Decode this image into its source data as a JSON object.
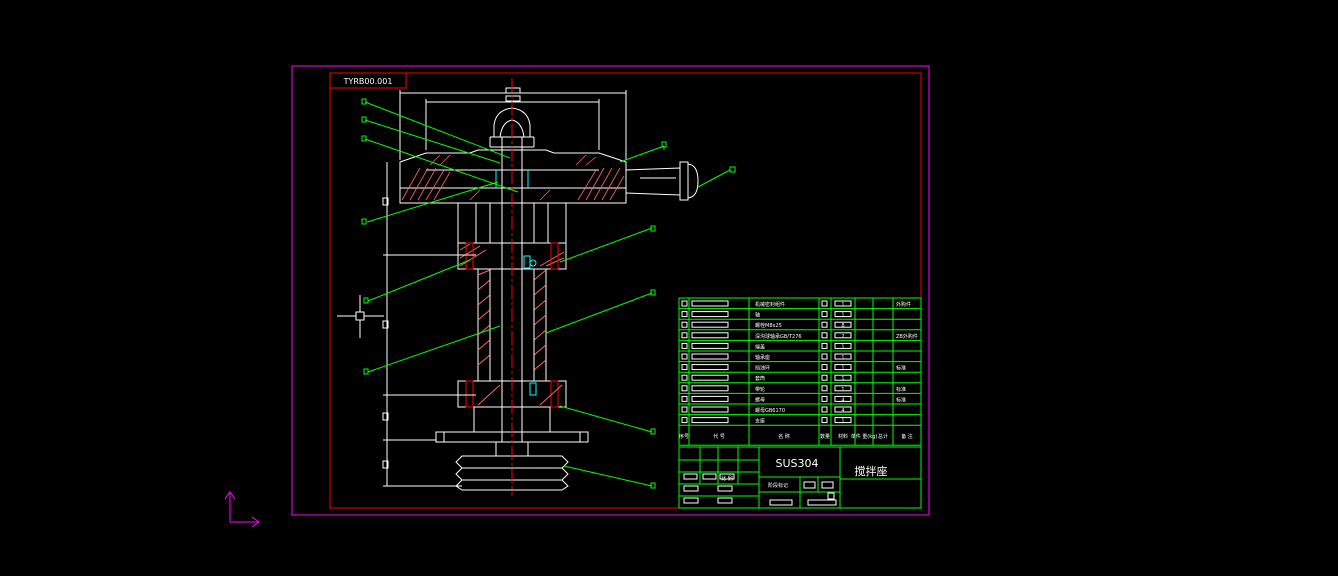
{
  "drawing": {
    "code_label": "TYRB00.001",
    "material": "SUS304",
    "part_name": "搅拌座",
    "colors": {
      "background": "#000000",
      "sheet_border": "#ff00ff",
      "inner_frame": "#ff0000",
      "geometry": "#ffffff",
      "leaders": "#00ff00",
      "hatch": "#ff6464",
      "centerline": "#ff0000",
      "highlight": "#00ffff"
    }
  },
  "bom": {
    "rows": [
      {
        "name": "机械密封组件",
        "qty": "1",
        "note": "外购件"
      },
      {
        "name": "轴",
        "qty": "1",
        "note": ""
      },
      {
        "name": "螺栓M8x25",
        "qty": "8",
        "note": ""
      },
      {
        "name": "深沟球轴承GB/T276",
        "qty": "2",
        "note": "ZB外购件"
      },
      {
        "name": "端盖",
        "qty": "1",
        "note": ""
      },
      {
        "name": "轴承座",
        "qty": "1",
        "note": ""
      },
      {
        "name": "挡油环",
        "qty": "1",
        "note": "标准"
      },
      {
        "name": "套筒",
        "qty": "1",
        "note": ""
      },
      {
        "name": "带轮",
        "qty": "1",
        "note": "标准"
      },
      {
        "name": "螺母",
        "qty": "4",
        "note": "标准"
      },
      {
        "name": "螺母GB6170",
        "qty": "4",
        "note": ""
      },
      {
        "name": "支座",
        "qty": "1",
        "note": ""
      }
    ],
    "headers": {
      "seq": "序号",
      "code": "代 号",
      "name": "名 称",
      "qty": "数量",
      "material": "材料",
      "unit_weight": "单件 重(kg)",
      "total_weight": "总计",
      "note": "备 注"
    }
  },
  "title_block": {
    "stage_label": "阶段标记",
    "scale_label": "比 例"
  }
}
